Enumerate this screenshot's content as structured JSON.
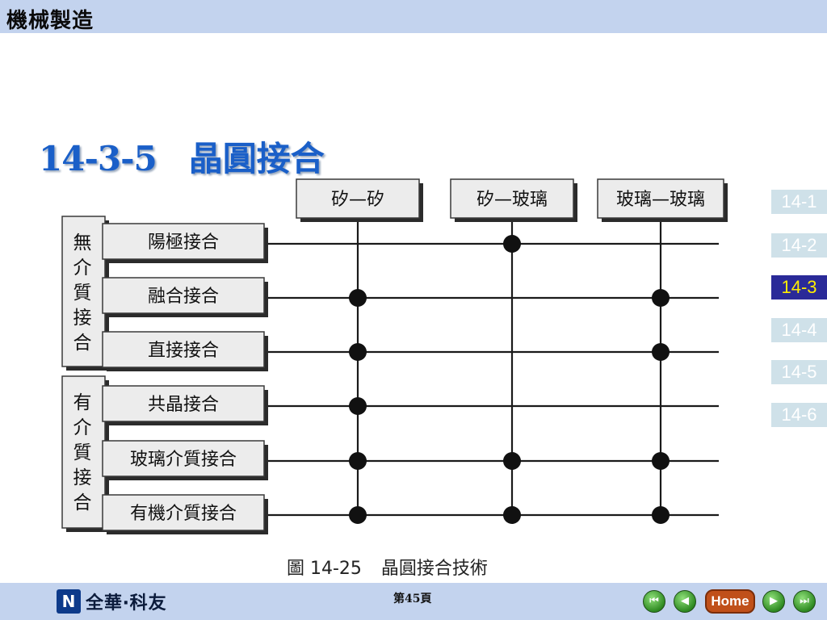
{
  "header": {
    "brand": "機械製造"
  },
  "slide": {
    "title_num": "14-3-5",
    "title_text": "晶圓接合"
  },
  "sidenav": {
    "items": [
      {
        "label": "14-1",
        "active": false
      },
      {
        "label": "14-2",
        "active": false
      },
      {
        "label": "14-3",
        "active": true
      },
      {
        "label": "14-4",
        "active": false
      },
      {
        "label": "14-5",
        "active": false
      },
      {
        "label": "14-6",
        "active": false
      }
    ]
  },
  "diagram": {
    "columns": [
      "矽—矽",
      "矽—玻璃",
      "玻璃—玻璃"
    ],
    "groups": [
      {
        "label": "無介質接合",
        "rows": [
          0,
          1,
          2
        ]
      },
      {
        "label": "有介質接合",
        "rows": [
          3,
          4,
          5
        ]
      }
    ],
    "rows": [
      {
        "label": "陽極接合",
        "connections": [
          false,
          true,
          false
        ]
      },
      {
        "label": "融合接合",
        "connections": [
          true,
          false,
          true
        ]
      },
      {
        "label": "直接接合",
        "connections": [
          true,
          false,
          true
        ]
      },
      {
        "label": "共晶接合",
        "connections": [
          true,
          false,
          false
        ]
      },
      {
        "label": "玻璃介質接合",
        "connections": [
          true,
          true,
          true
        ]
      },
      {
        "label": "有機介質接合",
        "connections": [
          true,
          true,
          true
        ]
      }
    ],
    "caption_fig": "圖 14-25",
    "caption_text": "晶圓接合技術"
  },
  "footer": {
    "logo_text": "全華‧科友",
    "page": "第45頁",
    "home_label": "Home",
    "nav_icons": [
      "first-page-icon",
      "prev-page-icon",
      "next-page-icon",
      "last-page-icon"
    ]
  },
  "colors": {
    "header_bar": "#c3d3ee",
    "title_blue": "#1a5fc8",
    "nav_active_bg": "#2a2a98",
    "nav_active_text": "#ffee00",
    "nav_inactive_bg": "#cfe1e9",
    "home_button": "#c0501a"
  }
}
